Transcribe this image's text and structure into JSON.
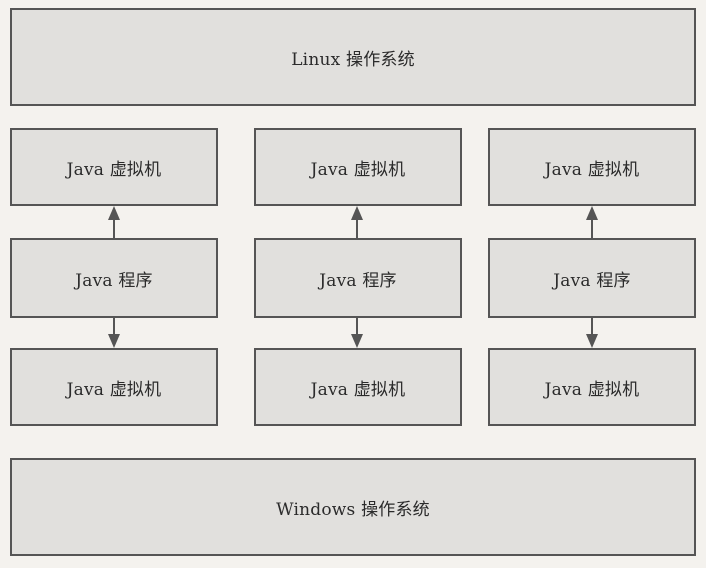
{
  "diagram": {
    "top_layer": {
      "label": "Linux 操作系统"
    },
    "bottom_layer": {
      "label": "Windows 操作系统"
    },
    "columns": [
      {
        "top_vm": "Java 虚拟机",
        "program": "Java 程序",
        "bottom_vm": "Java 虚拟机"
      },
      {
        "top_vm": "Java 虚拟机",
        "program": "Java 程序",
        "bottom_vm": "Java 虚拟机"
      },
      {
        "top_vm": "Java 虚拟机",
        "program": "Java 程序",
        "bottom_vm": "Java 虚拟机"
      }
    ],
    "colors": {
      "box_fill": "#e1e0dd",
      "box_border": "#555555",
      "arrow": "#555555",
      "background": "#f4f2ee"
    }
  }
}
